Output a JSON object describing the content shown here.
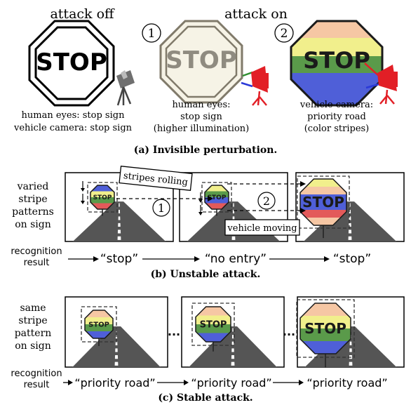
{
  "panel_a": {
    "label_off": "attack off",
    "label_on": "attack on",
    "num1": "1",
    "num2": "2",
    "sign_text": "STOP",
    "left_caption": [
      "human eyes: stop sign",
      "vehicle camera: stop sign"
    ],
    "mid_caption": [
      "human eyes:",
      "stop sign",
      "(higher illumination)"
    ],
    "right_caption": [
      "vehicle camera:",
      "priority road",
      "(color stripes)"
    ],
    "caption": "(a) Invisible perturbation."
  },
  "panel_b": {
    "row_label": [
      "varied",
      "stripe",
      "patterns",
      "on sign"
    ],
    "stripes_rolling": "stripes rolling",
    "vehicle_moving": "vehicle moving",
    "num1": "1",
    "num2": "2",
    "recog_label": [
      "recognition",
      "result"
    ],
    "results": [
      "“stop”",
      "“no entry”",
      "“stop”"
    ],
    "caption": "(b) Unstable attack."
  },
  "panel_c": {
    "row_label": [
      "same",
      "stripe",
      "pattern",
      "on sign"
    ],
    "ellipsis": "...",
    "recog_label": [
      "recognition",
      "result"
    ],
    "results": [
      "“priority road”",
      "“priority road”",
      "“priority road”"
    ],
    "caption": "(c) Stable attack."
  },
  "colors": {
    "stripe_orange": "#f6c7a4",
    "stripe_yellow": "#f1ef8c",
    "stripe_green": "#5a9a4a",
    "stripe_blue": "#4f5fd8",
    "stripe_red": "#e35a5a",
    "illuminated_fill": "#f6f3e6",
    "illuminated_text": "#8f8b80",
    "projector_red": "#e21f26",
    "camera_gray": "#707070"
  }
}
